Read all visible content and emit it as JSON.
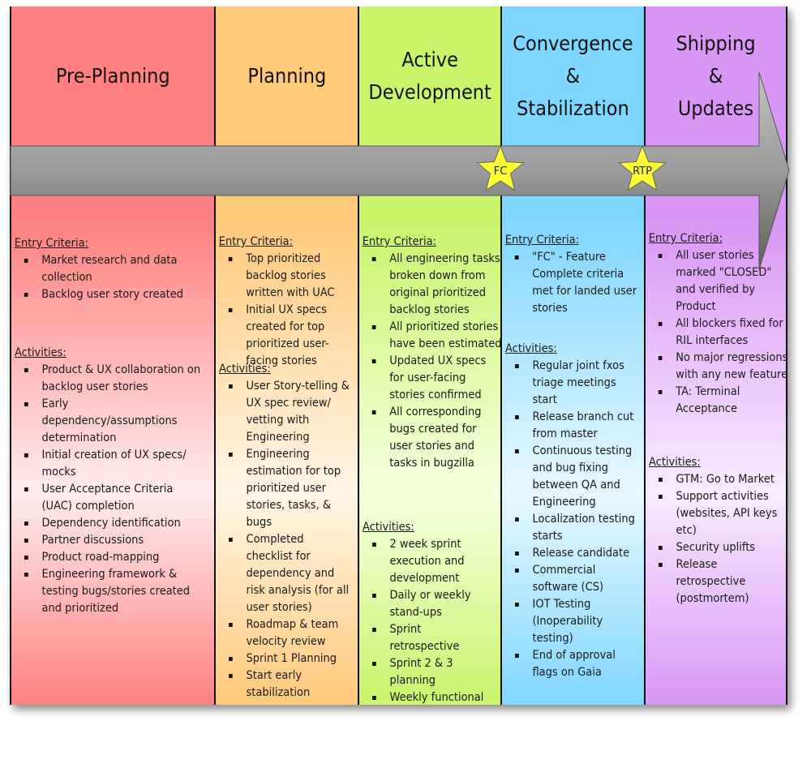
{
  "columns": [
    {
      "id": "pre-planning",
      "title": "Pre-Planning",
      "color_top": "#ff8080",
      "color_bottom": "#ffecec",
      "sections": [
        {
          "title": "Entry Criteria:",
          "items": [
            "Market research and data collection",
            "Backlog user story created"
          ]
        },
        {
          "title": "Activities:",
          "items": [
            "Product & UX collaboration on backlog user stories",
            "Early dependency/assumptions determination",
            "Initial creation of UX specs/ mocks",
            "User Acceptance Criteria (UAC) completion",
            "Dependency identification",
            "Partner discussions",
            "Product road-mapping",
            "Engineering framework & testing bugs/stories created and prioritized"
          ]
        }
      ]
    },
    {
      "id": "planning",
      "title": "Planning",
      "color_top": "#ffc97a",
      "color_bottom": "#fff5e6",
      "sections": [
        {
          "title": "Entry Criteria:",
          "items": [
            "Top prioritized backlog stories written with UAC",
            "Initial UX specs created for top prioritized user-facing stories"
          ]
        },
        {
          "title": "Activities:",
          "items": [
            "User Story-telling & UX spec review/ vetting with Engineering",
            "Engineering estimation for top prioritized user stories, tasks, & bugs",
            "Completed checklist for dependency and risk analysis (for all user stories)",
            "Roadmap & team velocity review",
            "Sprint 1 Planning",
            "Start early stabilization"
          ]
        }
      ]
    },
    {
      "id": "active-development",
      "title": "Active\nDevelopment",
      "color_top": "#c8f56a",
      "color_bottom": "#f5ffe0",
      "sections": [
        {
          "title": "Entry Criteria:",
          "items": [
            "All engineering tasks broken down from original prioritized backlog stories",
            "All prioritized stories have been estimated",
            "Updated UX specs for user-facing stories confirmed",
            "All corresponding bugs created for user stories and tasks in bugzilla"
          ]
        },
        {
          "title": "Activities:",
          "items": [
            "2 week sprint execution and development",
            "Daily or weekly stand-ups",
            "Sprint retrospective",
            "Sprint 2 & 3 planning",
            "Weekly functional team triage"
          ]
        }
      ]
    },
    {
      "id": "convergence",
      "title": "Convergence\n&\nStabilization",
      "color_top": "#7fd6ff",
      "color_bottom": "#e8f8ff",
      "sections": [
        {
          "title": "Entry Criteria:",
          "items": [
            "\"FC\" - Feature Complete criteria met for landed user stories"
          ]
        },
        {
          "title": "Activities:",
          "items": [
            "Regular joint fxos triage meetings start",
            "Release branch cut from master",
            "Continuous testing and bug fixing between QA and Engineering",
            "Localization testing starts",
            "Release candidate",
            "Commercial software (CS)",
            "IOT Testing (Inoperability testing)",
            "End of approval flags on Gaia"
          ]
        }
      ]
    },
    {
      "id": "shipping",
      "title": "Shipping\n&\nUpdates",
      "color_top": "#d896f5",
      "color_bottom": "#f9ecff",
      "sections": [
        {
          "title": "Entry Criteria:",
          "items": [
            "All user stories marked \"CLOSED\" and verified by Product",
            "All blockers fixed for RIL interfaces",
            "No major regressions with any new feature",
            "TA: Terminal Acceptance"
          ]
        },
        {
          "title": "Activities:",
          "items": [
            "GTM: Go to Market",
            "Support activities (websites, API keys etc)",
            "Security uplifts",
            "Release retrospective (postmortem)"
          ]
        }
      ]
    }
  ],
  "milestones": [
    {
      "id": "fc",
      "label": "FC",
      "color": "#ffff33"
    },
    {
      "id": "rtp",
      "label": "RTP",
      "color": "#ffff33"
    }
  ],
  "arrow_color": "#9a9a9a"
}
